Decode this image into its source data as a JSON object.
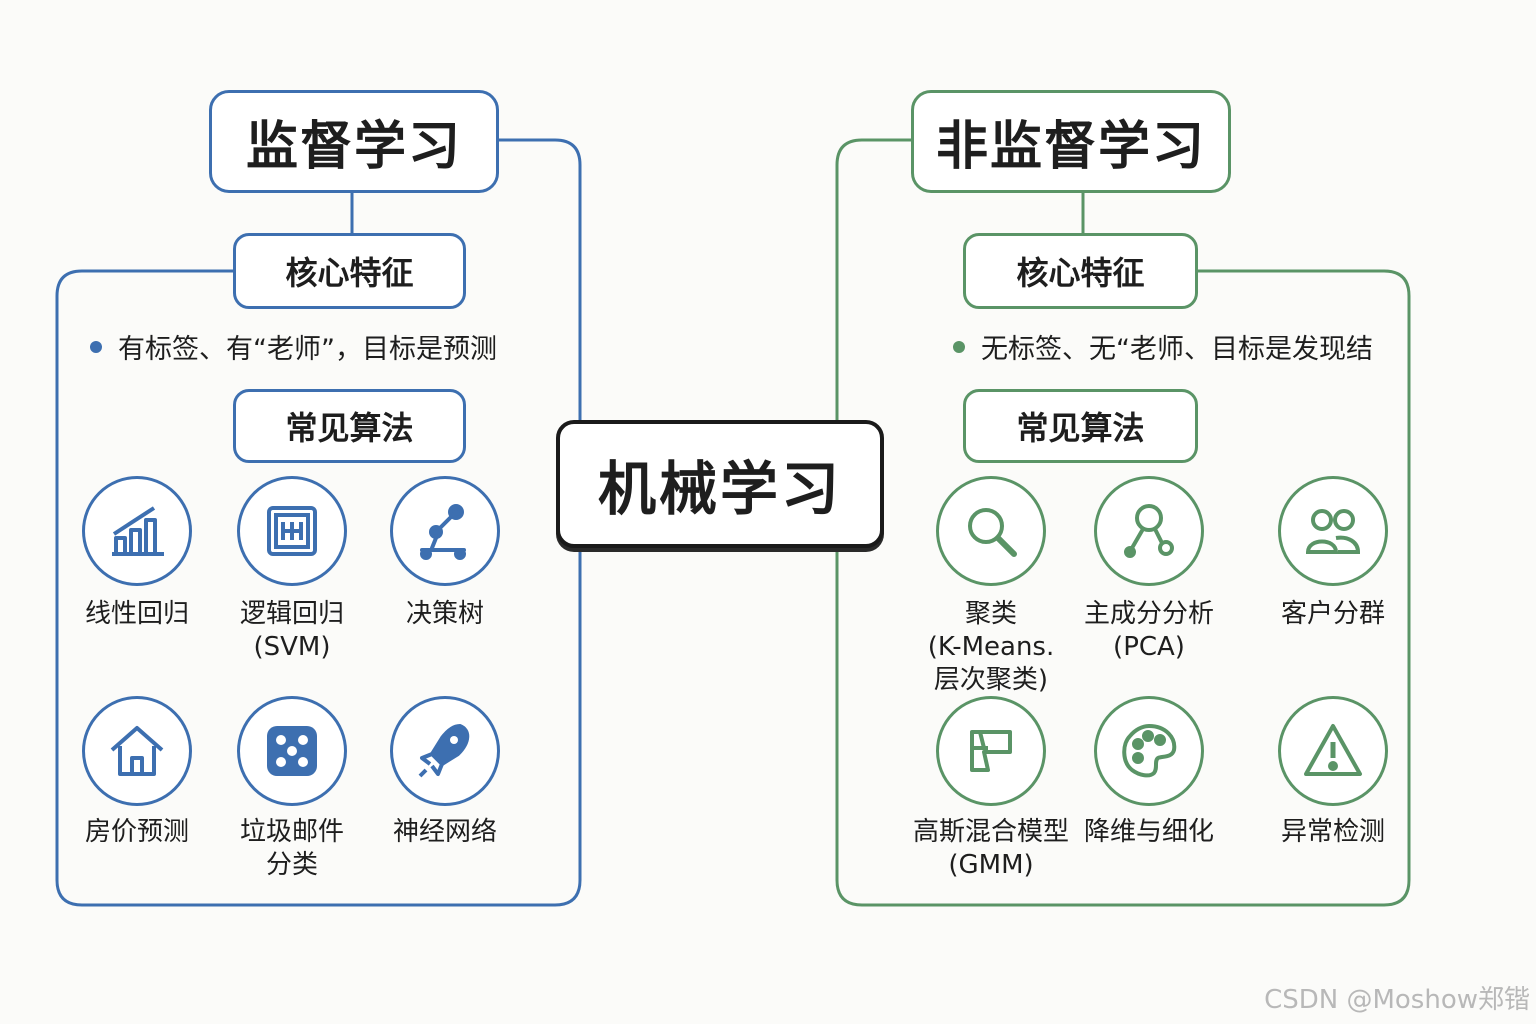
{
  "center_title": "机械学习",
  "supervised": {
    "title": "监督学习",
    "core_heading": "核心特征",
    "core_text": "有标签、有“老师”，目标是预测",
    "algo_heading": "常见算法",
    "algorithms": [
      {
        "icon": "bar-chart-icon",
        "label": "线性回归"
      },
      {
        "icon": "svm-icon",
        "label": "逻辑回归\n(SVM)"
      },
      {
        "icon": "robot-arm-icon",
        "label": "决策树"
      },
      {
        "icon": "house-icon",
        "label": "房价预测"
      },
      {
        "icon": "dice-icon",
        "label": "垃圾邮件\n分类"
      },
      {
        "icon": "rocket-icon",
        "label": "神经网络"
      }
    ],
    "color": "#3d6fb0"
  },
  "unsupervised": {
    "title": "非监督学习",
    "core_heading": "核心特征",
    "core_text": "无标签、无“老师、目标是发现结",
    "algo_heading": "常见算法",
    "algorithms": [
      {
        "icon": "magnifier-icon",
        "label": "聚类\n(K-Means.\n层次聚类)"
      },
      {
        "icon": "network-icon",
        "label": "主成分分析\n(PCA)"
      },
      {
        "icon": "users-icon",
        "label": "客户分群"
      },
      {
        "icon": "map-icon",
        "label": "高斯混合模型\n(GMM)"
      },
      {
        "icon": "palette-icon",
        "label": "降维与细化"
      },
      {
        "icon": "warning-icon",
        "label": "异常检测"
      }
    ],
    "color": "#5a9466"
  },
  "watermark": "CSDN @Moshow郑锴"
}
